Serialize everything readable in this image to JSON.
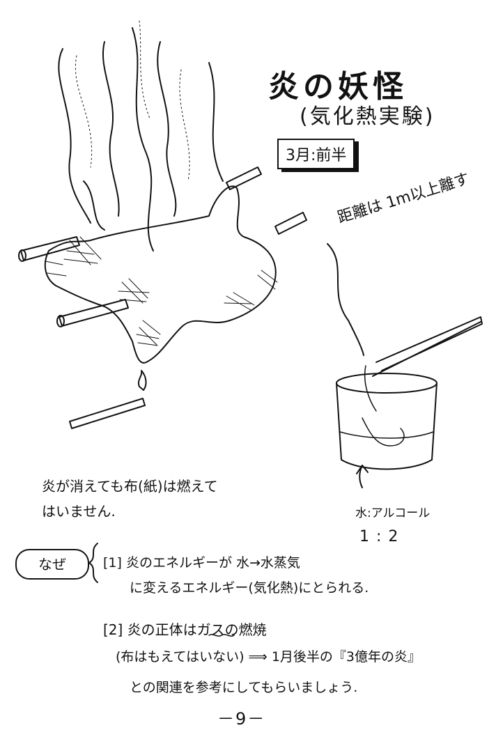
{
  "title": "炎の妖怪",
  "subtitle": "(気化熱実験)",
  "badge": "3月:前半",
  "distance_note": "距離は 1m以上離す",
  "observation": {
    "line1": "炎が消えても布(紙)は燃えて",
    "line2": "はいません."
  },
  "ratio": {
    "label": "水:アルコール",
    "value": "1:2"
  },
  "why": {
    "label": "なぜ",
    "reason1_line1": "[1] 炎のエネルギーが 水→水蒸気",
    "reason1_line2": "に変えるエネルギー(気化熱)にとられる.",
    "reason2_line1": "[2] 炎の正体はガスの燃焼",
    "reason2_line2": "(布はもえてはいない) ⟹ 1月後半の『3億年の炎』",
    "reason2_line3": "との関連を参考にしてもらいましょう."
  },
  "page_number": "－9－"
}
